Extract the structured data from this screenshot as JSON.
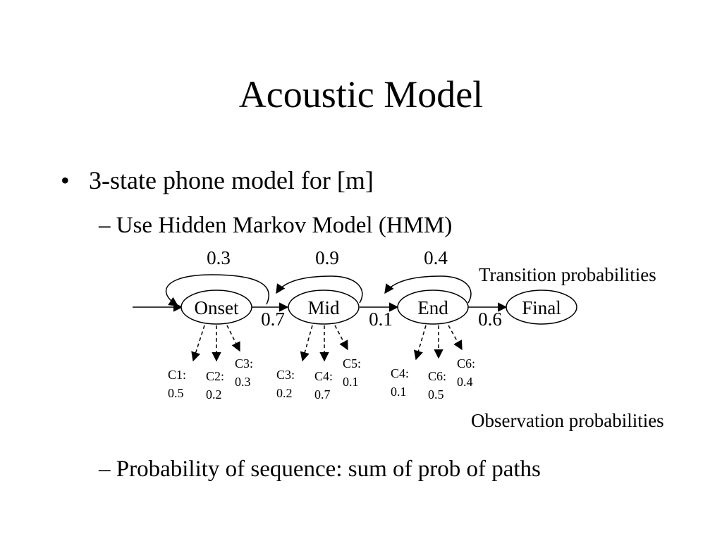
{
  "title": "Acoustic Model",
  "bullets": {
    "b1": {
      "marker": "•",
      "text": "3-state phone model for [m]"
    },
    "sub1": "– Use Hidden Markov Model (HMM)",
    "sub2": "– Probability of sequence: sum of prob of paths"
  },
  "diagram": {
    "states": [
      "Onset",
      "Mid",
      "End",
      "Final"
    ],
    "self_loops": [
      "0.3",
      "0.9",
      "0.4"
    ],
    "transitions": [
      "0.7",
      "0.1",
      "0.6"
    ],
    "transition_caption": "Transition probabilities",
    "observation_caption": "Observation probabilities",
    "observations": [
      [
        {
          "label": "C1:",
          "value": "0.5"
        },
        {
          "label": "C2:",
          "value": "0.2"
        },
        {
          "label": "C3:",
          "value": "0.3"
        }
      ],
      [
        {
          "label": "C3:",
          "value": "0.2"
        },
        {
          "label": "C4:",
          "value": "0.7"
        },
        {
          "label": "C5:",
          "value": "0.1"
        }
      ],
      [
        {
          "label": "C4:",
          "value": "0.1"
        },
        {
          "label": "C6:",
          "value": "0.5"
        },
        {
          "label": "C6:",
          "value": "0.4"
        }
      ]
    ]
  },
  "colors": {
    "text": "#000000",
    "background": "#ffffff"
  }
}
